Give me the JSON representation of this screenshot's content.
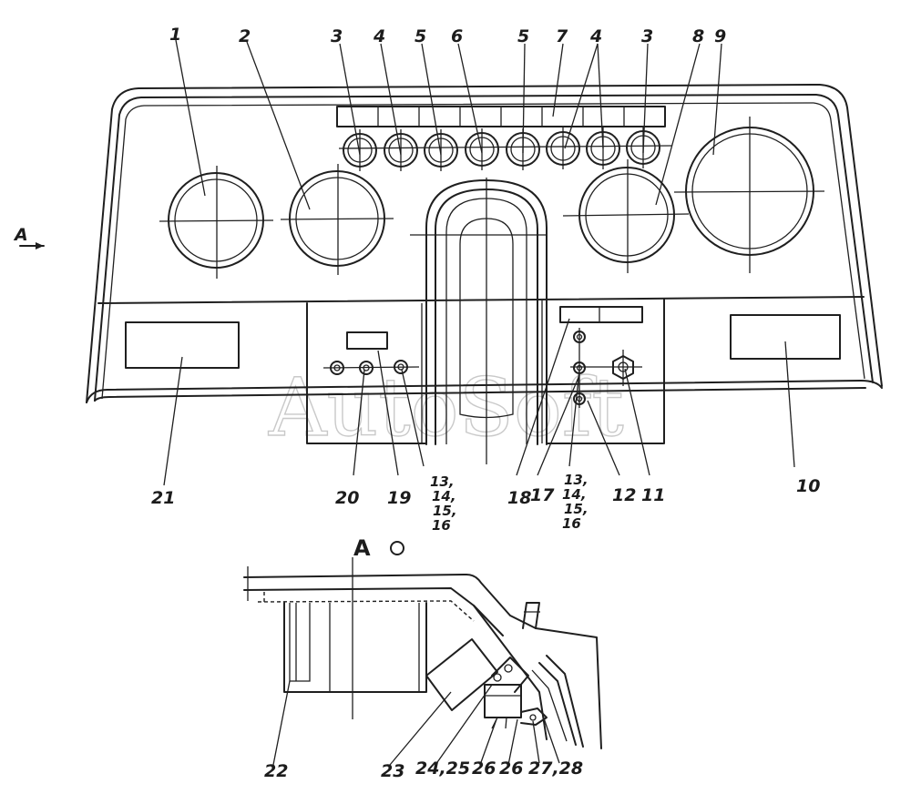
{
  "view_marker": "A",
  "section_title": "A",
  "watermark": "AutoSoft",
  "labels": {
    "l1": "1",
    "l2": "2",
    "l3a": "3",
    "l4a": "4",
    "l5a": "5",
    "l6": "6",
    "l5b": "5",
    "l7": "7",
    "l4b": "4",
    "l3b": "3",
    "l8": "8",
    "l9": "9",
    "l10": "10",
    "l11": "11",
    "l12": "12",
    "l13a": "13,",
    "l14a": "14,",
    "l15a": "15,",
    "l16a": "16",
    "l13b": "13,",
    "l14b": "14,",
    "l15b": "15,",
    "l16b": "16",
    "l17": "17",
    "l18": "18",
    "l19": "19",
    "l20": "20",
    "l21": "21",
    "l22": "22",
    "l23": "23",
    "l2425": "24,25",
    "l26a": "26",
    "l26b": "26",
    "l2728": "27,28"
  }
}
